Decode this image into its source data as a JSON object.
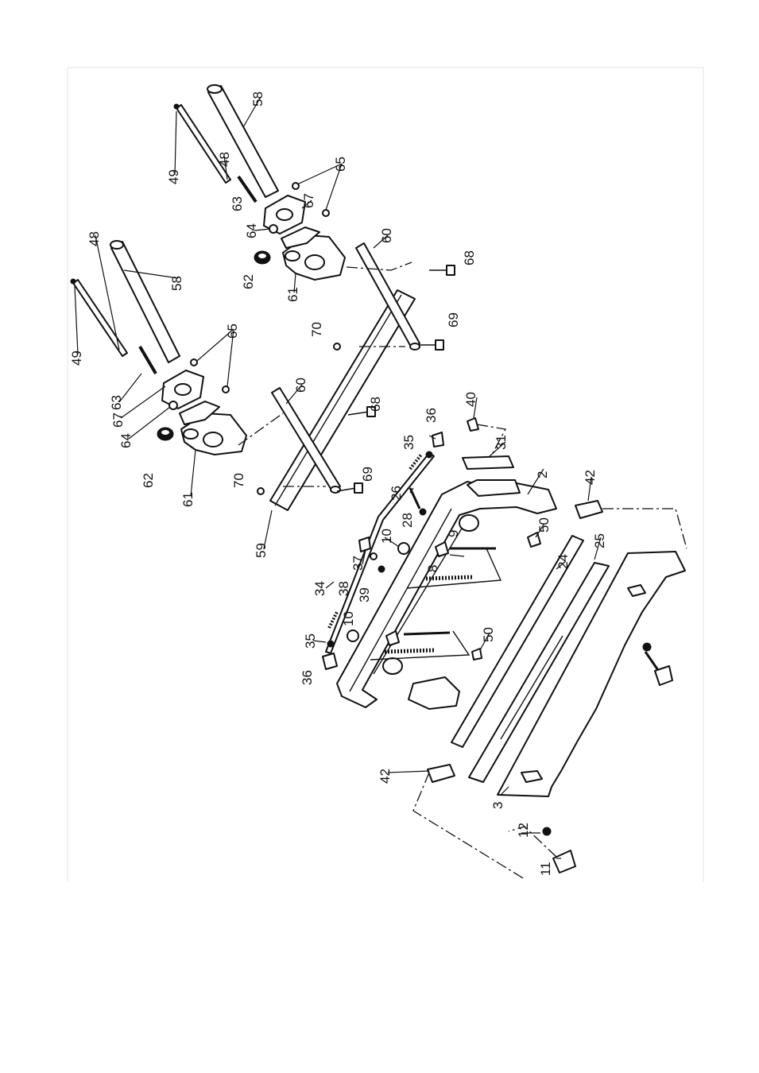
{
  "part_labels": [
    "2",
    "3",
    "8",
    "9",
    "10",
    "11",
    "12",
    "24",
    "25",
    "26",
    "28",
    "31",
    "34",
    "35",
    "36",
    "37",
    "38",
    "39",
    "40",
    "42",
    "48",
    "49",
    "50",
    "58",
    "59",
    "60",
    "61",
    "62",
    "63",
    "64",
    "65",
    "67",
    "68",
    "69",
    "70"
  ],
  "colors": {
    "ink": "#111111",
    "paper": "#ffffff"
  }
}
